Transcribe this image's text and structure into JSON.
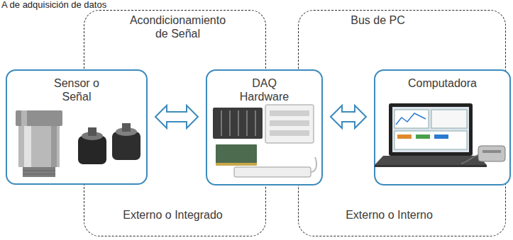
{
  "diagram": {
    "title": "A de adquisición de datos",
    "nodes": [
      {
        "text": [
          "Acondicionamiento de Señal",
          "Externo o Integrado"
        ]
      },
      {
        "text": [
          "Bus de PC",
          "Externo o Interno"
        ]
      },
      {
        "text": [
          "Sensor o Señal"
        ]
      },
      {
        "text": [
          "DAQ Hardware"
        ]
      },
      {
        "text": [
          "Computadora"
        ]
      }
    ],
    "edges": [
      {
        "from": 2,
        "to": 3,
        "arrow": "both"
      },
      {
        "from": 3,
        "to": 4,
        "arrow": "both"
      }
    ]
  }
}
